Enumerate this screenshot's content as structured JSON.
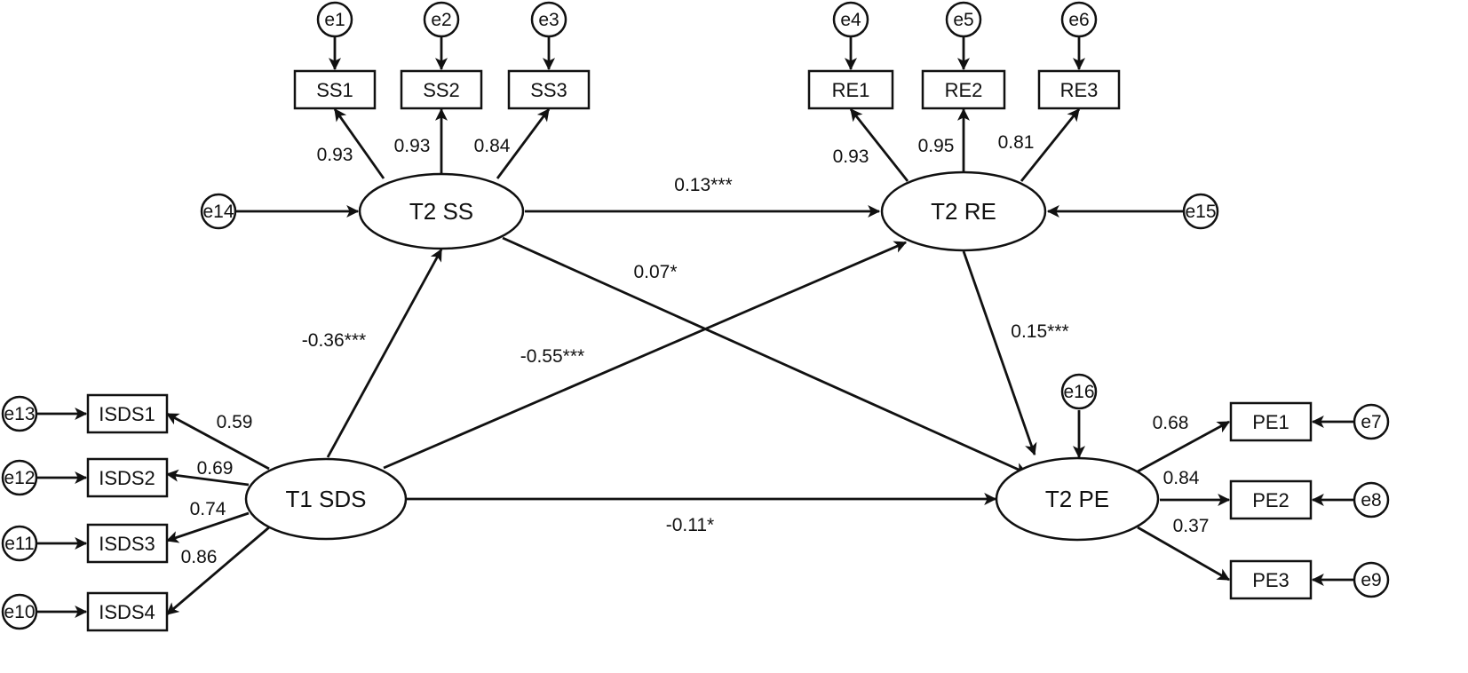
{
  "latent": {
    "t1_sds": "T1 SDS",
    "t2_ss": "T2 SS",
    "t2_re": "T2 RE",
    "t2_pe": "T2 PE"
  },
  "indicators": {
    "ss1": "SS1",
    "ss2": "SS2",
    "ss3": "SS3",
    "re1": "RE1",
    "re2": "RE2",
    "re3": "RE3",
    "pe1": "PE1",
    "pe2": "PE2",
    "pe3": "PE3",
    "isds1": "ISDS1",
    "isds2": "ISDS2",
    "isds3": "ISDS3",
    "isds4": "ISDS4"
  },
  "errors": {
    "e1": "e1",
    "e2": "e2",
    "e3": "e3",
    "e4": "e4",
    "e5": "e5",
    "e6": "e6",
    "e7": "e7",
    "e8": "e8",
    "e9": "e9",
    "e10": "e10",
    "e11": "e11",
    "e12": "e12",
    "e13": "e13",
    "e14": "e14",
    "e15": "e15",
    "e16": "e16"
  },
  "loadings": {
    "ss1": "0.93",
    "ss2": "0.93",
    "ss3": "0.84",
    "re1": "0.93",
    "re2": "0.95",
    "re3": "0.81",
    "pe1": "0.68",
    "pe2": "0.84",
    "pe3": "0.37",
    "isds1": "0.59",
    "isds2": "0.69",
    "isds3": "0.74",
    "isds4": "0.86"
  },
  "paths": {
    "ss_to_re": "0.13***",
    "ss_to_pe": "0.07*",
    "sds_to_ss": "-0.36***",
    "sds_to_re": "-0.55***",
    "re_to_pe": "0.15***",
    "sds_to_pe": "-0.11*"
  }
}
